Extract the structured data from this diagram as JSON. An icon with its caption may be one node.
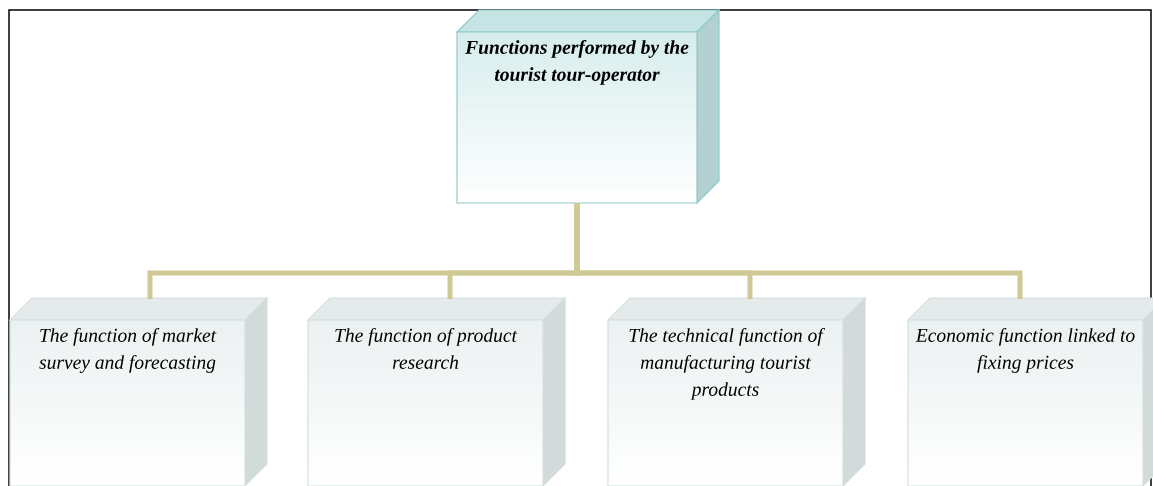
{
  "diagram": {
    "nodes": [
      {
        "text": [
          "Functions performed by the tourist tour-operator"
        ]
      },
      {
        "text": [
          "The function of market survey and forecasting"
        ]
      },
      {
        "text": [
          "The function of product research"
        ]
      },
      {
        "text": [
          "The technical function of manufacturing tourist products"
        ]
      },
      {
        "text": [
          "Economic function linked to fixing prices"
        ]
      }
    ],
    "edges": [
      {
        "from": 0,
        "to": 1,
        "arrow": "none"
      },
      {
        "from": 0,
        "to": 2,
        "arrow": "none"
      },
      {
        "from": 0,
        "to": 3,
        "arrow": "none"
      },
      {
        "from": 0,
        "to": 4,
        "arrow": "none"
      }
    ]
  }
}
